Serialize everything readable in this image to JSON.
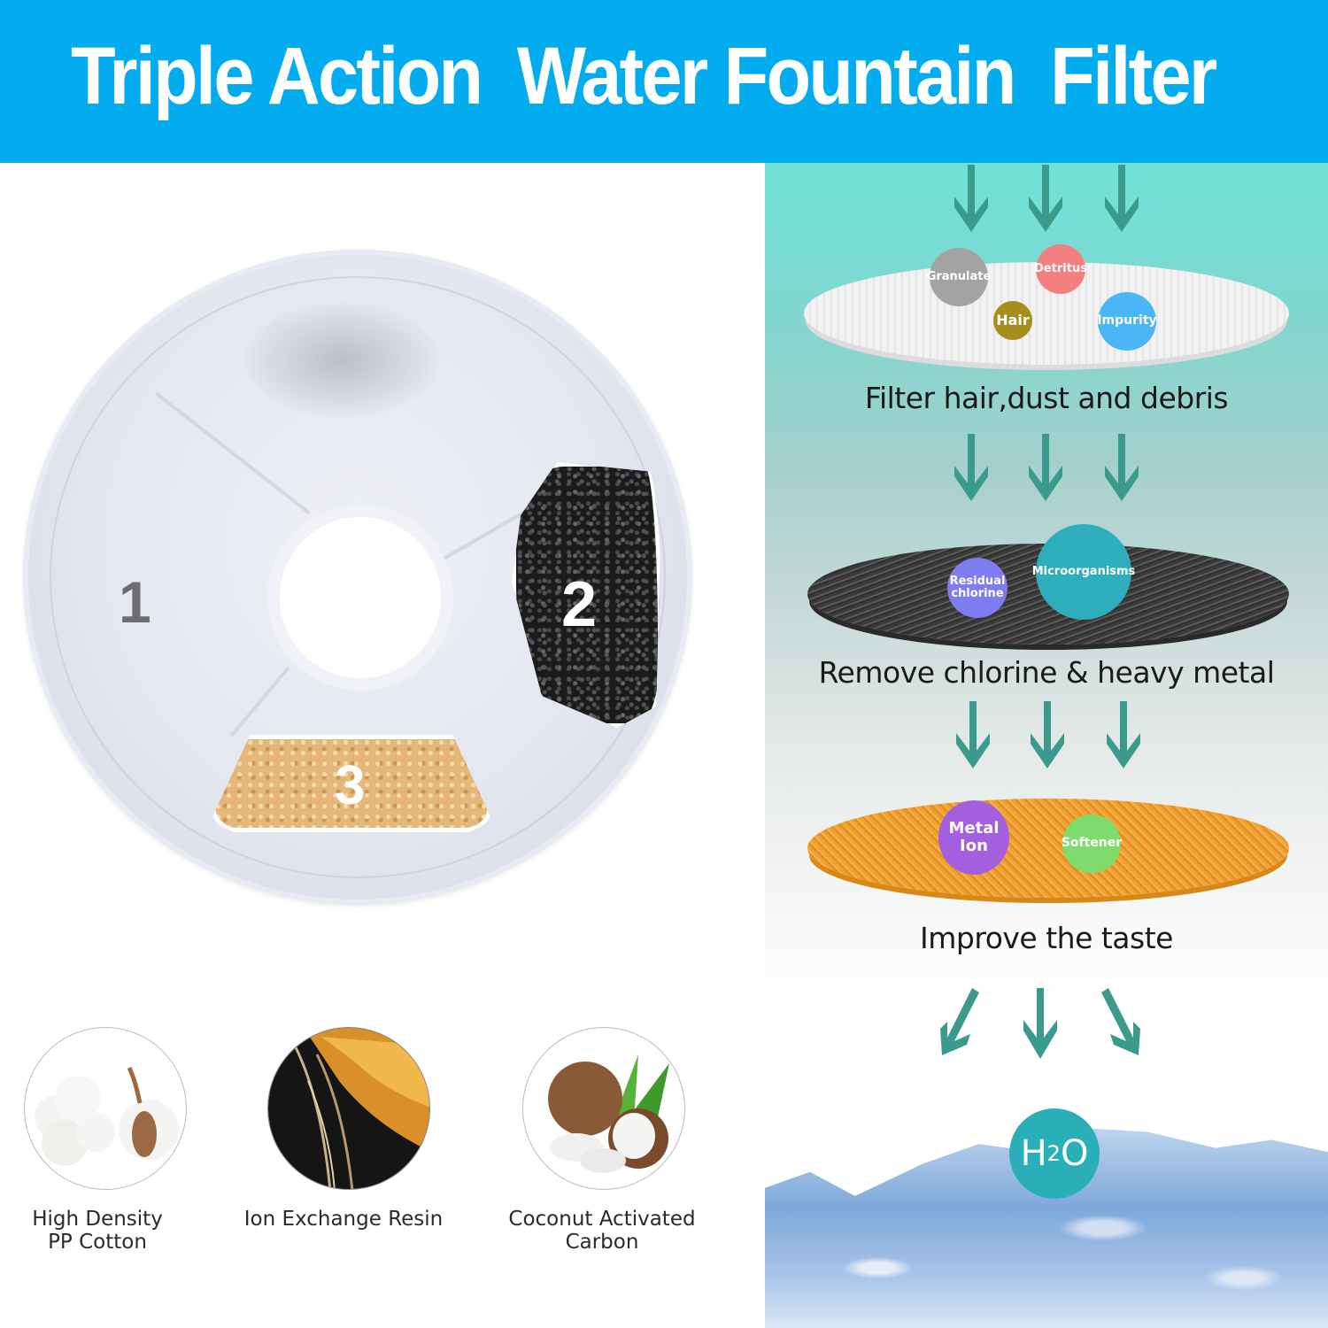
{
  "header": {
    "title": "Triple Action  Water Fountain  Filter",
    "background_color": "#02acef"
  },
  "filter_disk": {
    "layers": [
      {
        "number": "1",
        "material": "white pp cotton"
      },
      {
        "number": "2",
        "material": "black activated carbon"
      },
      {
        "number": "3",
        "material": "orange ion exchange resin"
      }
    ]
  },
  "materials": [
    {
      "label_line1": "High Density",
      "label_line2": "PP Cotton",
      "image": "cotton-bolls"
    },
    {
      "label_line1": "Ion Exchange Resin",
      "label_line2": "",
      "image": "resin-close-up"
    },
    {
      "label_line1": "Coconut Activated",
      "label_line2": "Carbon",
      "image": "coconut"
    }
  ],
  "process": {
    "arrow_color": "#3a9a8c",
    "stages": [
      {
        "caption": "Filter hair,dust and debris",
        "disc": "white",
        "bubbles": [
          {
            "label": "Granulate",
            "color": "#a3a3a3"
          },
          {
            "label": "Detritus",
            "color": "#f28080"
          },
          {
            "label": "Hair",
            "color": "#a68e1e"
          },
          {
            "label": "Impurity",
            "color": "#4ab6f5"
          }
        ]
      },
      {
        "caption": "Remove chlorine & heavy metal",
        "disc": "black",
        "bubbles": [
          {
            "label": "Residual chlorine",
            "line1": "Residual",
            "line2": "chlorine",
            "color": "#7d7cf0"
          },
          {
            "label": "Microorganisms",
            "color": "#2eaebd"
          }
        ]
      },
      {
        "caption": "Improve the taste",
        "disc": "orange",
        "bubbles": [
          {
            "label": "Metal Ion",
            "line1": "Metal",
            "line2": "Ion",
            "color": "#a45fde"
          },
          {
            "label": "Softener",
            "color": "#7ddc6c"
          }
        ]
      }
    ],
    "result": {
      "label_h": "H",
      "label_sub": "2",
      "label_o": "O",
      "color": "#2aaeb8"
    }
  }
}
